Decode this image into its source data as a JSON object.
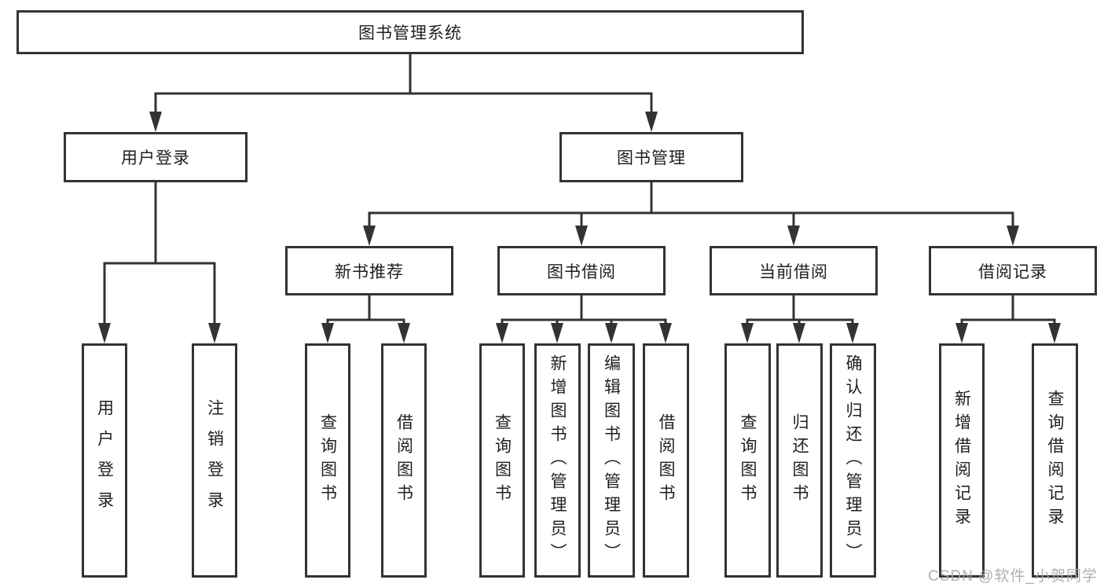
{
  "tree": {
    "root": {
      "label": "图书管理系统"
    },
    "level2": [
      {
        "label": "用户登录",
        "children": [
          {
            "label": "用户登录"
          },
          {
            "label": "注销登录"
          }
        ]
      },
      {
        "label": "图书管理",
        "children": [
          {
            "label": "新书推荐",
            "children": [
              {
                "label": "查询图书"
              },
              {
                "label": "借阅图书"
              }
            ]
          },
          {
            "label": "图书借阅",
            "children": [
              {
                "label": "查询图书"
              },
              {
                "label": "新增图书（管理员）"
              },
              {
                "label": "编辑图书（管理员）"
              },
              {
                "label": "借阅图书"
              }
            ]
          },
          {
            "label": "当前借阅",
            "children": [
              {
                "label": "查询图书"
              },
              {
                "label": "归还图书"
              },
              {
                "label": "确认归还（管理员）"
              }
            ]
          },
          {
            "label": "借阅记录",
            "children": [
              {
                "label": "新增借阅记录"
              },
              {
                "label": "查询借阅记录"
              }
            ]
          }
        ]
      }
    ]
  },
  "watermark": {
    "text": "CSDN @软件_小贺同学",
    "color": "#b2a5a2"
  },
  "style": {
    "line_color": "#333333",
    "box_border_color": "#333333",
    "text_color": "#1f1f1f",
    "background": "#ffffff"
  }
}
